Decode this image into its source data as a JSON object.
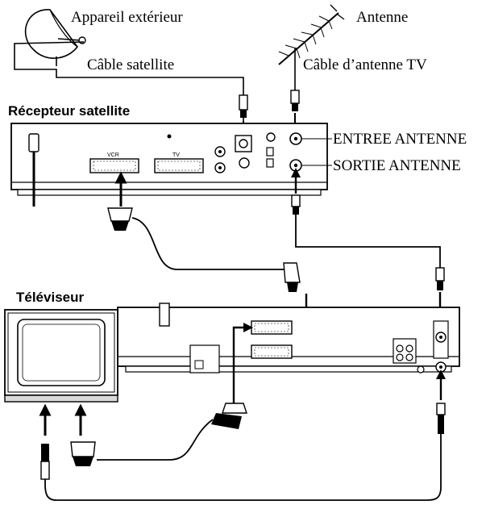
{
  "labels": {
    "outdoor_unit": "Appareil extérieur",
    "satellite_cable": "Câble satellite",
    "antenna": "Antenne",
    "tv_antenna_cable": "Câble d’antenne TV",
    "satellite_receiver": "Récepteur satellite",
    "antenna_in": "ENTREE ANTENNE",
    "antenna_out": "SORTIE ANTENNE",
    "television": "Téléviseur"
  },
  "receiver_ports": {
    "vcr": "VCR",
    "tv": "TV"
  },
  "icons": [
    "satellite-dish-icon",
    "antenna-icon",
    "scart-plug-icon",
    "coax-plug-icon",
    "arrow-up-icon"
  ],
  "colors": {
    "line": "#000000",
    "panel": "#ffffff",
    "shade": "#d9d9d9"
  }
}
